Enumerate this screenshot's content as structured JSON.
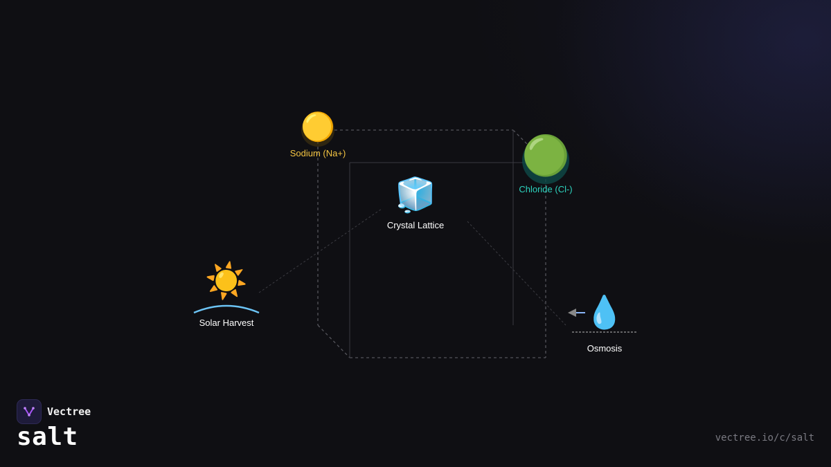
{
  "brand": {
    "name": "Vectree",
    "title": "salt",
    "url": "vectree.io/c/salt",
    "accent": "#a855f7"
  },
  "nodes": {
    "sodium": {
      "label": "Sodium (Na+)",
      "icon": "yellow-circle",
      "glyph": "🟡",
      "color": "#f5c542"
    },
    "chloride": {
      "label": "Chloride (Cl-)",
      "icon": "green-circle",
      "glyph": "🟢",
      "color": "#2dd4bf"
    },
    "crystal": {
      "label": "Crystal Lattice",
      "icon": "ice-cube",
      "glyph": "🧊",
      "color": "#ffffff"
    },
    "solar": {
      "label": "Solar Harvest",
      "icon": "sun",
      "glyph": "☀️",
      "color": "#ffffff"
    },
    "osmosis": {
      "label": "Osmosis",
      "icon": "droplet",
      "glyph": "💧",
      "color": "#ffffff"
    }
  }
}
